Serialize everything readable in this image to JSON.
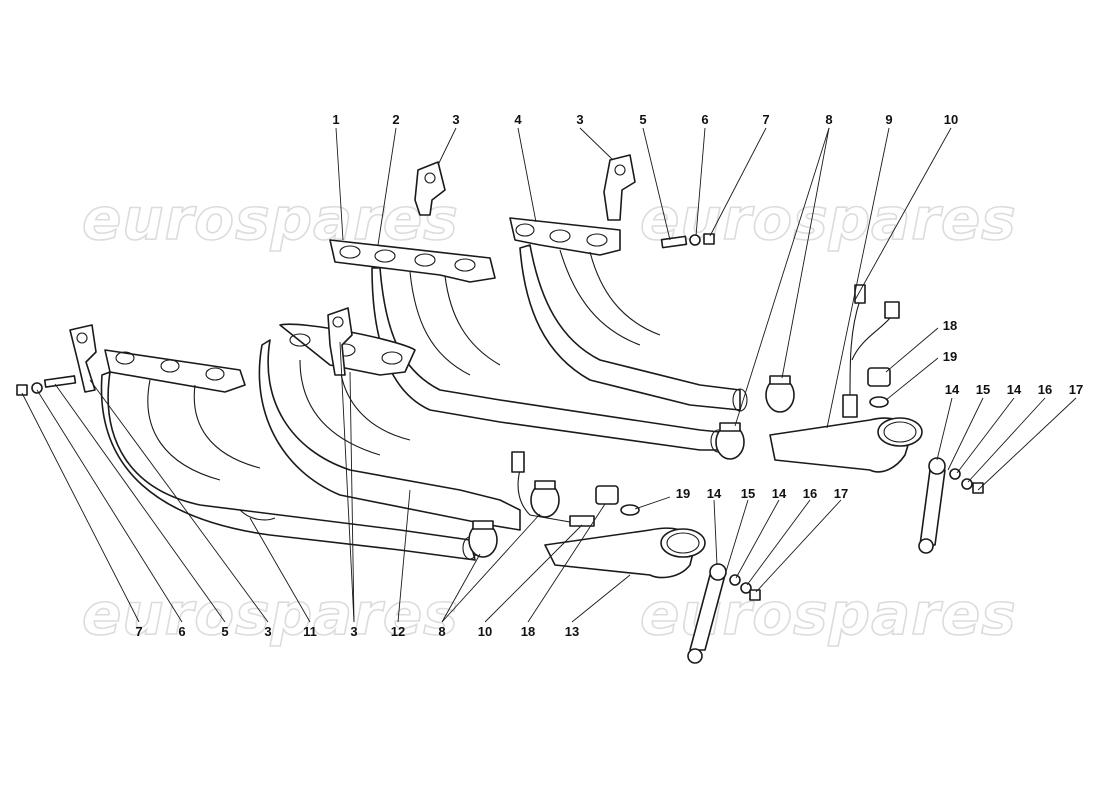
{
  "watermark": {
    "text": "eurospares",
    "positions": [
      "top-left",
      "top-right",
      "bottom-left",
      "bottom-right"
    ]
  },
  "callouts": {
    "top": [
      "1",
      "2",
      "3",
      "4",
      "3",
      "5",
      "6",
      "7",
      "8",
      "9",
      "10"
    ],
    "right_upper": [
      "18",
      "19",
      "14",
      "15",
      "14",
      "16",
      "17"
    ],
    "middle": [
      "19",
      "14",
      "15",
      "14",
      "16",
      "17"
    ],
    "bottom": [
      "7",
      "6",
      "5",
      "3",
      "11",
      "3",
      "12",
      "8",
      "10",
      "18",
      "13"
    ]
  },
  "colors": {
    "line": "#1a1a1a",
    "watermark": "#dcdcdc",
    "background": "#ffffff"
  }
}
